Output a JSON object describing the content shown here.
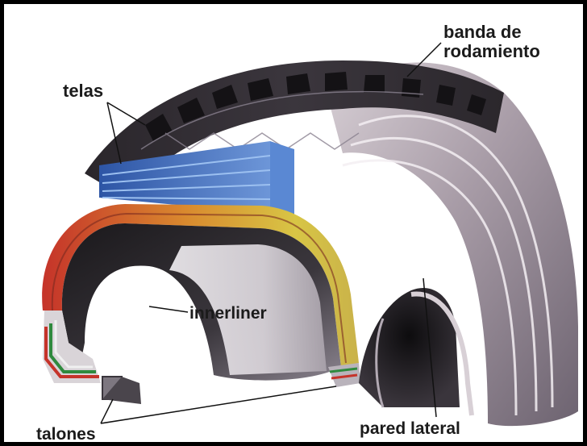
{
  "labels": {
    "telas": "telas",
    "banda_line1": "banda de",
    "banda_line2": "rodamiento",
    "innerliner": "innerliner",
    "talones": "talones",
    "pared_lateral": "pared lateral"
  },
  "colors": {
    "border": "#000000",
    "background": "#ffffff",
    "rubber_dark": "#1c1a1e",
    "rubber_mid": "#6f6470",
    "rubber_light": "#c9c0c8",
    "ply_blue": "#3e6fc4",
    "ply_blue_dark": "#24407a",
    "belt_red": "#c5332a",
    "belt_orange": "#d9892e",
    "belt_yellow": "#d8c545",
    "bead_green": "#2f8a3e"
  }
}
